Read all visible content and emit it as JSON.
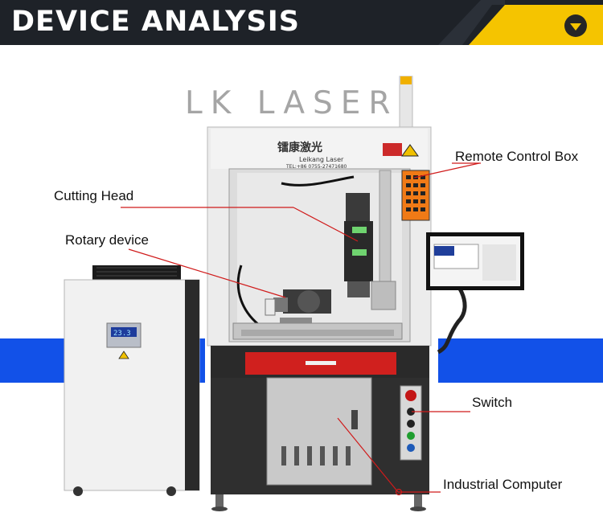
{
  "header": {
    "title": "DEVICE ANALYSIS",
    "dropdown_icon": "chevron-down-icon",
    "colors": {
      "dark": "#1e2228",
      "accent": "#f5c400",
      "band": "#1251e8"
    }
  },
  "brand": {
    "logo_text": "LK LASER",
    "cabinet_brand_cn": "镭康激光",
    "cabinet_brand_en": "Leikang Laser",
    "cabinet_phone": "TEL:+86 0755-27471680"
  },
  "labels": {
    "remote_control_box": "Remote Control Box",
    "cutting_head": "Cutting Head",
    "rotary_device": "Rotary device",
    "switch": "Switch",
    "industrial_computer": "Industrial Computer"
  },
  "chiller": {
    "display_value": "23.3"
  }
}
